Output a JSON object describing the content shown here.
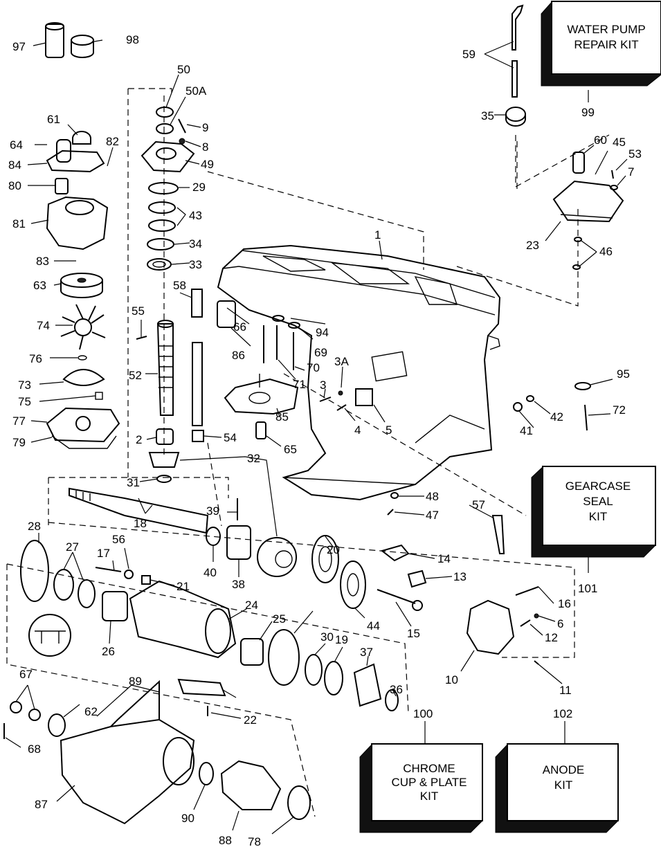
{
  "diagram": {
    "part_numbers": [
      "97",
      "98",
      "50",
      "50A",
      "9",
      "8",
      "61",
      "64",
      "82",
      "84",
      "49",
      "29",
      "80",
      "43",
      "81",
      "34",
      "83",
      "33",
      "63",
      "58",
      "55",
      "74",
      "52",
      "76",
      "73",
      "75",
      "77",
      "79",
      "2",
      "54",
      "32",
      "31",
      "39",
      "18",
      "40",
      "38",
      "17",
      "56",
      "21",
      "28",
      "27",
      "26",
      "24",
      "25",
      "62",
      "67",
      "89",
      "68",
      "87",
      "90",
      "88",
      "78",
      "59",
      "35",
      "99",
      "60",
      "45",
      "53",
      "7",
      "23",
      "46",
      "1",
      "66",
      "94",
      "69",
      "86",
      "70",
      "3A",
      "71",
      "3",
      "4",
      "5",
      "85",
      "65",
      "95",
      "42",
      "72",
      "41",
      "48",
      "47",
      "57",
      "101",
      "20",
      "14",
      "13",
      "16",
      "6",
      "12",
      "44",
      "15",
      "10",
      "11",
      "19",
      "30",
      "37",
      "36",
      "22",
      "100",
      "102"
    ],
    "kits": {
      "water_pump": [
        "WATER PUMP",
        "REPAIR KIT"
      ],
      "gearcase_seal": [
        "GEARCASE",
        "SEAL",
        "KIT"
      ],
      "chrome_cup": [
        "CHROME",
        "CUP & PLATE",
        "KIT"
      ],
      "anode": [
        "ANODE",
        "KIT"
      ]
    }
  }
}
